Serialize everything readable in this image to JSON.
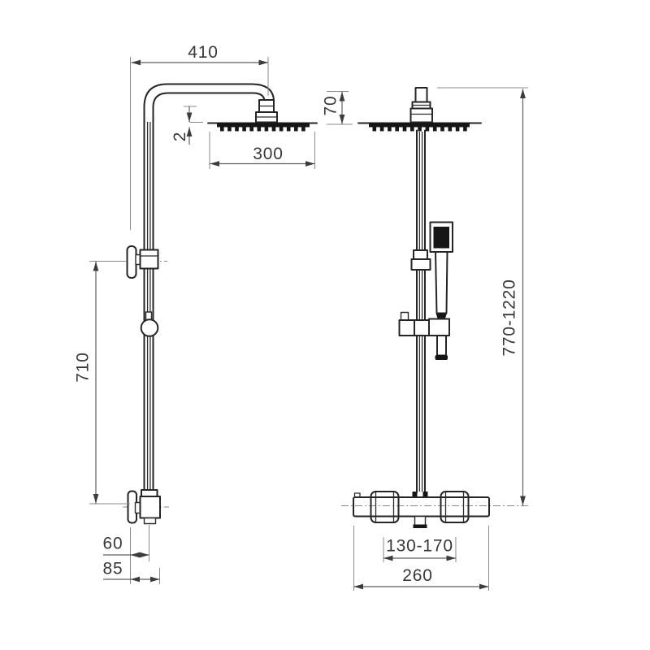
{
  "dims": {
    "arm_projection": "410",
    "plate_thickness": "2",
    "head_width": "300",
    "head_stack_height": "70",
    "rail_length": "710",
    "wall_to_rail_center": "60",
    "wall_to_block_front": "85",
    "overall_height_range": "770-1220",
    "inlet_centre_range": "130-170",
    "valve_width": "260"
  },
  "colors": {
    "outline": "#252525",
    "dark_fill": "#161616",
    "dimension_line": "#5f5f5f",
    "dimension_text": "#383838",
    "background": "#ffffff"
  }
}
